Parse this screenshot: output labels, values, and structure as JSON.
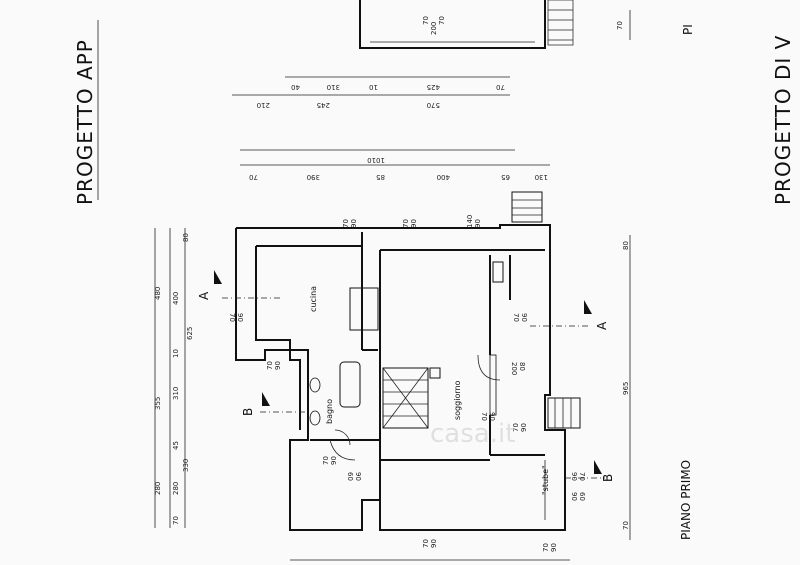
{
  "titles": {
    "left": "PROGETTO APP",
    "right": "PROGETTO DI V",
    "plan_name": "PIANO PRIMO",
    "top_right_fragment": "PI"
  },
  "rooms": {
    "kitchen": "cucina",
    "bathroom": "bagno",
    "living": "soggiorno",
    "stube": "\"stube\""
  },
  "sections": {
    "a": "A",
    "b": "B"
  },
  "top_dims_row1": [
    "70",
    "425",
    "10",
    "310",
    "40"
  ],
  "top_dims_row2": [
    "570",
    "245",
    "210"
  ],
  "top_dims_row3": [
    "130",
    "65",
    "400",
    "85",
    "390",
    "70"
  ],
  "top_dims_row3_total": "1010",
  "top_small": [
    "70",
    "200",
    "70"
  ],
  "top_right_dim": "70",
  "left_dims_outer": [
    "80",
    "400",
    "10",
    "310",
    "45",
    "280",
    "70"
  ],
  "left_dims_inner": [
    "480",
    "625",
    "355",
    "330",
    "280"
  ],
  "right_dims": [
    "80",
    "965",
    "70"
  ],
  "window_labels": [
    "70",
    "90",
    "70",
    "90",
    "140",
    "90",
    "90",
    "70",
    "90",
    "70",
    "70",
    "90",
    "80",
    "200",
    "90",
    "70",
    "70",
    "90",
    "70",
    "90",
    "90",
    "60",
    "70",
    "90",
    "60",
    "90",
    "70",
    "90",
    "70",
    "90"
  ],
  "watermark": "casa.it"
}
